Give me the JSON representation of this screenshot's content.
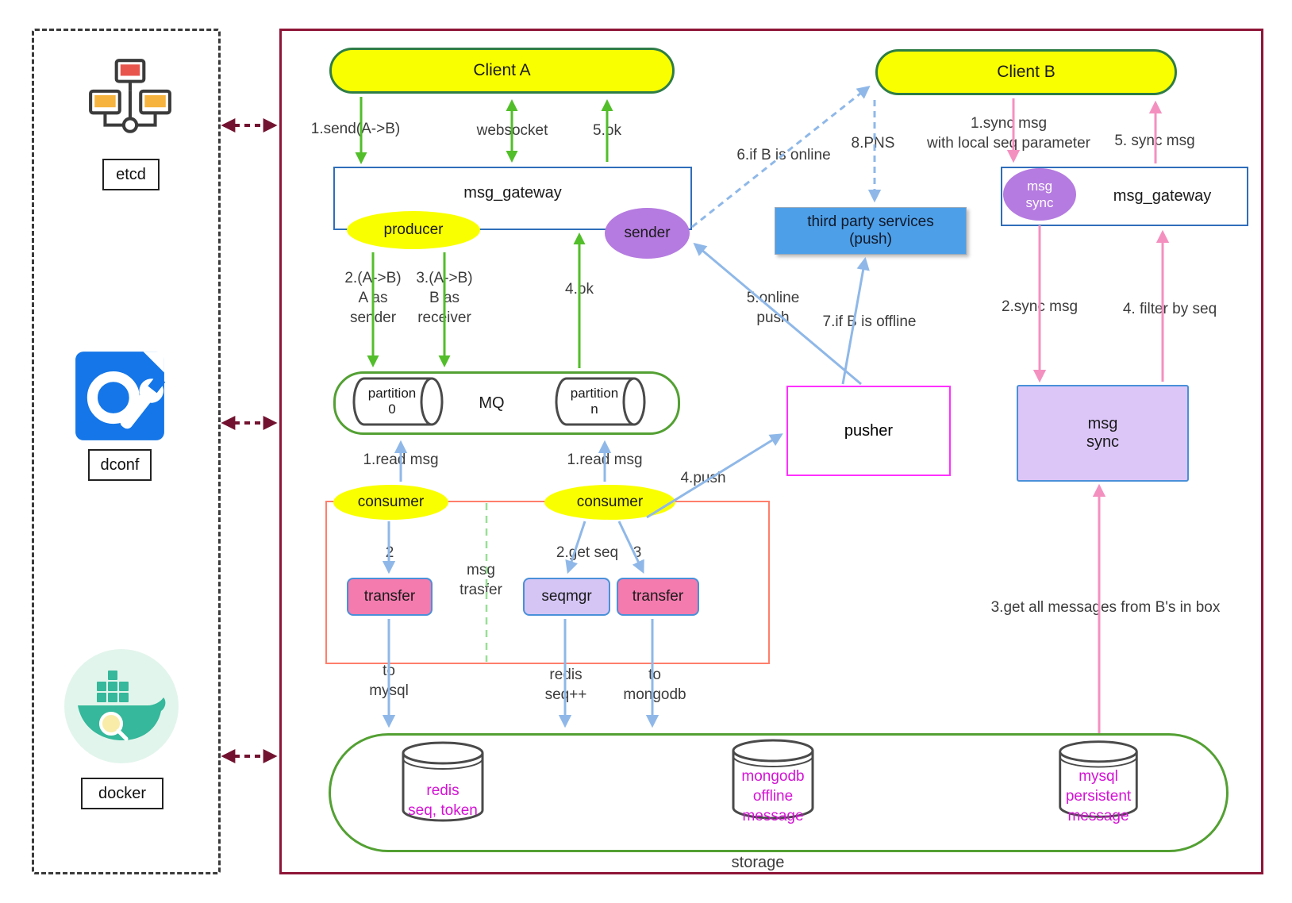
{
  "left_panel": {
    "etcd": "etcd",
    "dconf": "dconf",
    "docker": "docker"
  },
  "nodes": {
    "client_a": "Client A",
    "client_b": "Client B",
    "gateway_left": "msg_gateway",
    "gateway_right": "msg_gateway",
    "producer": "producer",
    "sender": "sender",
    "mq": "MQ",
    "partition_0": "partition\n0",
    "partition_n": "partition\nn",
    "consumer_left": "consumer",
    "consumer_right": "consumer",
    "transfer_left": "transfer",
    "seqmgr": "seqmgr",
    "transfer_right": "transfer",
    "pusher": "pusher",
    "third_party": "third party services\n(push)",
    "msg_sync_badge": "msg\nsync",
    "msg_sync_box": "msg\nsync",
    "storage": "storage",
    "redis": "redis\nseq, token",
    "mongodb": "mongodb\noffline\nmessage",
    "mysql": "mysql\npersistent\nmessage"
  },
  "edge_labels": {
    "send_ab": "1.send(A->B)",
    "websocket": "websocket",
    "ok_5": "5.ok",
    "a_as_sender": "2.(A->B)\nA as\nsender",
    "b_as_receiver": "3.(A->B)\nB as\nreceiver",
    "ok_4": "4.ok",
    "read_msg_left": "1.read msg",
    "read_msg_right": "1.read msg",
    "step_2": "2",
    "get_seq": "2.get seq",
    "step_3": "3",
    "msg_trasfer": "msg\ntrasfer",
    "to_mysql": "to\nmysql",
    "redis_seq_incr": "redis\nseq++",
    "to_mongodb": "to\nmongodb",
    "push_4": "4.push",
    "online_push": "5.online\npush",
    "if_b_offline": "7.if B is offline",
    "if_b_online": "6.if B is online",
    "pns": "8.PNS",
    "sync_msg_with_seq": "1.sync msg\nwith local seq parameter",
    "sync_msg_5": "5. sync msg",
    "sync_msg_2": "2.sync msg",
    "filter_by_seq": "4. filter by seq",
    "get_all_messages": "3.get all messages from B's in box"
  },
  "colors": {
    "green_arrow": "#52BE2A",
    "blue_arrow": "#8FB8E8",
    "pink_arrow": "#F490C0",
    "maroon": "#731230",
    "yellow": "#FAFF00",
    "purple": "#B57BE0",
    "third_party_blue": "#4D9FE8",
    "pusher_magenta": "#FF30FF",
    "storage_green": "#53A033",
    "main_border": "#8E1537"
  }
}
